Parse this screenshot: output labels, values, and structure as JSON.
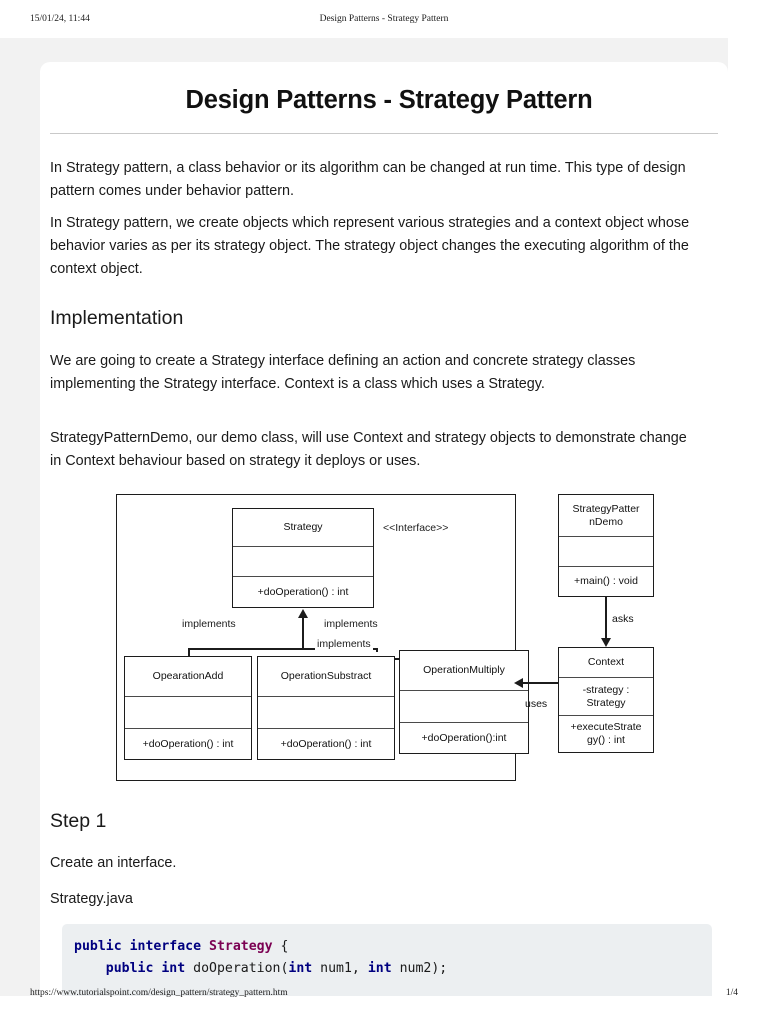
{
  "print_header": {
    "date": "15/01/24, 11:44",
    "title": "Design Patterns - Strategy Pattern"
  },
  "print_footer": {
    "url": "https://www.tutorialspoint.com/design_pattern/strategy_pattern.htm",
    "page": "1/4"
  },
  "document": {
    "title": "Design Patterns - Strategy Pattern",
    "paragraphs": {
      "intro1": "In Strategy pattern, a class behavior or its algorithm can be changed at run time. This type of design pattern comes under behavior pattern.",
      "intro2": "In Strategy pattern, we create objects which represent various strategies and a context object whose behavior varies as per its strategy object. The strategy object changes the executing algorithm of the context object.",
      "impl1": "We are going to create a Strategy interface defining an action and concrete strategy classes implementing the Strategy interface. Context is a class which uses a Strategy.",
      "impl2": "StrategyPatternDemo, our demo class, will use Context and strategy objects to demonstrate change in Context behaviour based on strategy it deploys or uses."
    },
    "headings": {
      "implementation": "Implementation",
      "step1": "Step 1"
    },
    "step1": {
      "instruction": "Create an interface.",
      "filename": "Strategy.java"
    }
  },
  "diagram": {
    "stereotype": "<<Interface>>",
    "strategy": {
      "name": "Strategy",
      "attributes": "",
      "method": "+doOperation() : int"
    },
    "concrete": [
      {
        "name": "OpearationAdd",
        "attributes": "",
        "method": "+doOperation() : int"
      },
      {
        "name": "OperationSubstract",
        "attributes": "",
        "method": "+doOperation() : int"
      },
      {
        "name": "OperationMultiply",
        "attributes": "",
        "method": "+doOperation():int"
      }
    ],
    "labels": {
      "implements_left": "implements",
      "implements_right": "implements",
      "implements_center": "implements",
      "asks": "asks",
      "uses": "uses"
    },
    "demo": {
      "name": "StrategyPatter nDemo",
      "attributes": "",
      "method": "+main() : void"
    },
    "context": {
      "name": "Context",
      "attribute": "-strategy : Strategy",
      "method": "+executeStrate gy() : int"
    }
  },
  "code": {
    "line1": {
      "kw1": "public",
      "kw2": "interface",
      "cls": "Strategy",
      "brace": "{"
    },
    "line2": {
      "indent": "    ",
      "kw1": "public",
      "kw2": "int",
      "name": " doOperation(",
      "kw3": "int",
      "arg1": " num1, ",
      "kw4": "int",
      "arg2": " num2);"
    }
  },
  "colors": {
    "page_background": "#f2f2f2",
    "card_background": "#ffffff",
    "code_background": "#eceff1",
    "keyword": "#000080",
    "class_name": "#7b0052",
    "text": "#1a1a1a"
  }
}
